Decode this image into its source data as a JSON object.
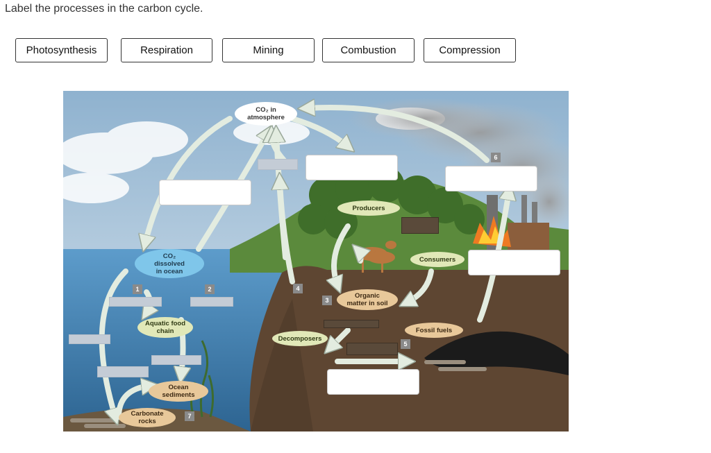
{
  "prompt": "Label the processes in the carbon cycle.",
  "choices": [
    "Photosynthesis",
    "Respiration",
    "Mining",
    "Combustion",
    "Compression"
  ],
  "diagram": {
    "nodes": {
      "co2_atmosphere": "CO₂ in\natmosphere",
      "co2_ocean": "CO₂\ndissolved\nin ocean",
      "producers": "Producers",
      "consumers": "Consumers",
      "organic_matter": "Organic\nmatter in soil",
      "decomposers": "Decomposers",
      "fossil_fuels": "Fossil fuels",
      "aquatic_food_chain": "Aquatic food\nchain",
      "ocean_sediments": "Ocean\nsediments",
      "carbonate_rocks": "Carbonate\nrocks"
    },
    "markers": [
      "1",
      "2",
      "3",
      "4",
      "5",
      "6",
      "7"
    ]
  },
  "colors": {
    "sky_top": "#8fb2cf",
    "ocean": "#3f7fae",
    "soil": "#5e4632",
    "arrow": "#e3ece0",
    "drop_border": "#c9c9c9"
  }
}
